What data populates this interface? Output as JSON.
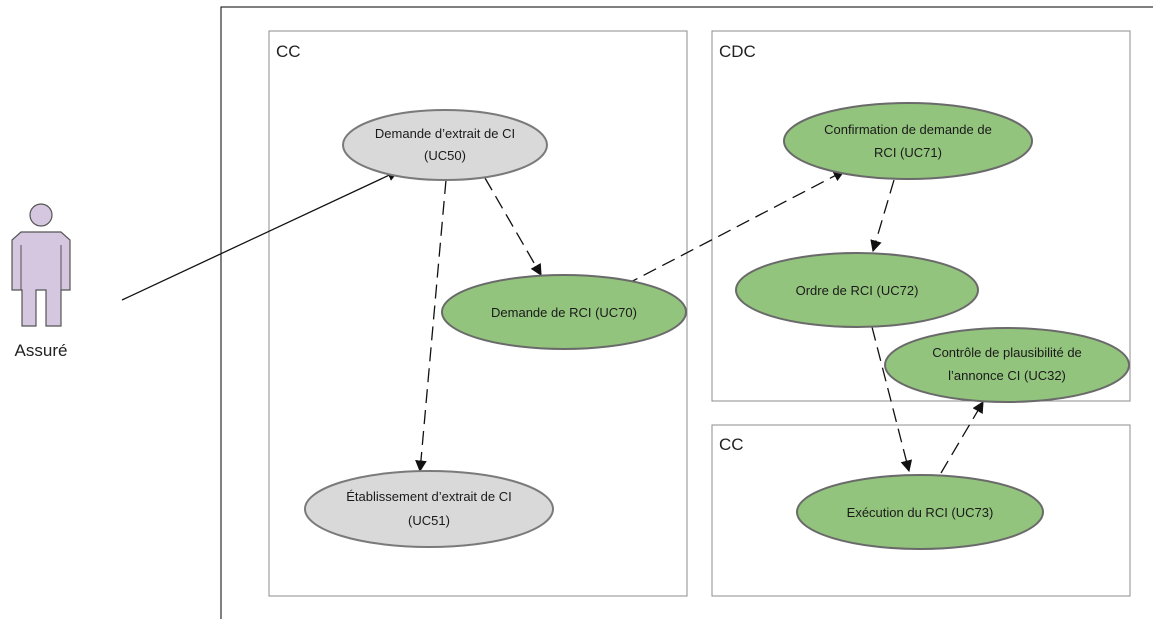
{
  "actor": {
    "label": "Assuré",
    "icon": "person-icon"
  },
  "boundaries": [
    {
      "id": "cc-left",
      "label": "CC"
    },
    {
      "id": "cdc",
      "label": "CDC"
    },
    {
      "id": "cc-right",
      "label": "CC"
    }
  ],
  "use_cases": [
    {
      "id": "uc50",
      "lines": [
        "Demande d’extrait de CI",
        "(UC50)"
      ],
      "color": "#d9d9d9"
    },
    {
      "id": "uc70",
      "lines": [
        "Demande de RCI (UC70)"
      ],
      "color": "#93c47d"
    },
    {
      "id": "uc51",
      "lines": [
        "Établissement d’extrait de CI",
        "(UC51)"
      ],
      "color": "#d9d9d9"
    },
    {
      "id": "uc71",
      "lines": [
        "Confirmation de demande de",
        "RCI (UC71)"
      ],
      "color": "#93c47d"
    },
    {
      "id": "uc72",
      "lines": [
        "Ordre de RCI (UC72)"
      ],
      "color": "#93c47d"
    },
    {
      "id": "uc32",
      "lines": [
        "Contrôle de plausibilité de",
        "l’annonce CI (UC32)"
      ],
      "color": "#93c47d"
    },
    {
      "id": "uc73",
      "lines": [
        "Exécution du RCI (UC73)"
      ],
      "color": "#93c47d"
    }
  ],
  "links": [
    {
      "from": "actor",
      "to": "uc50",
      "style": "solid"
    },
    {
      "from": "uc50",
      "to": "uc70",
      "style": "dashed"
    },
    {
      "from": "uc50",
      "to": "uc51",
      "style": "dashed"
    },
    {
      "from": "uc70",
      "to": "uc71",
      "style": "dashed"
    },
    {
      "from": "uc71",
      "to": "uc72",
      "style": "dashed"
    },
    {
      "from": "uc72",
      "to": "uc73",
      "style": "dashed"
    },
    {
      "from": "uc73",
      "to": "uc32",
      "style": "dashed"
    }
  ]
}
